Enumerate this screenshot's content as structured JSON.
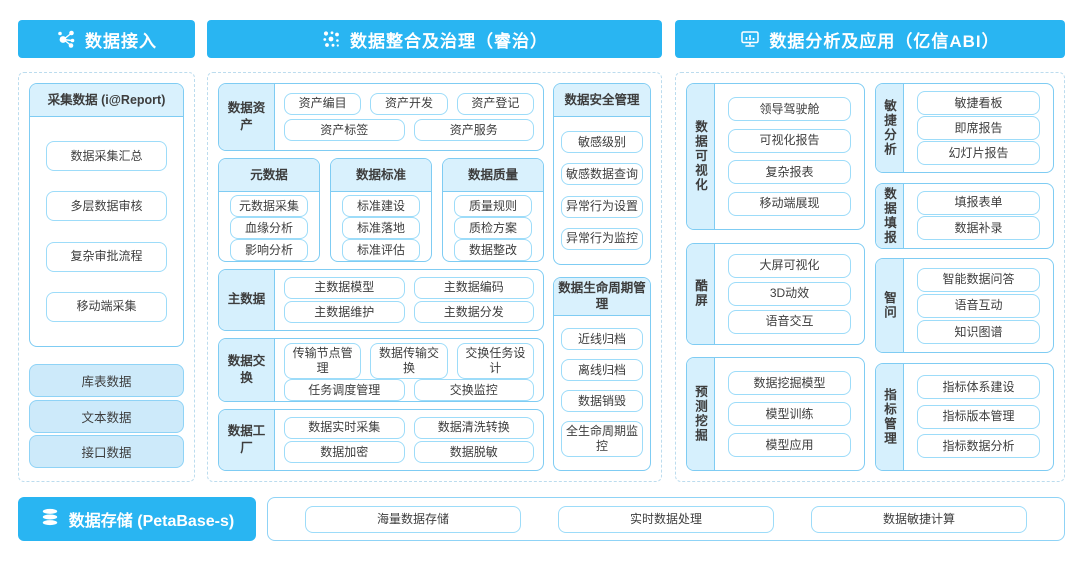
{
  "colors": {
    "header_blue": "#29b5f2",
    "light_fill": "#d6f0fd",
    "box_border": "#7fccf3",
    "item_border": "#9ddcf9",
    "text": "#3d3d3d"
  },
  "col1": {
    "title": "数据接入",
    "icon": "network-nodes-icon",
    "report_box_title": "采集数据 (i@Report)",
    "report_items": [
      "数据采集汇总",
      "多层数据审核",
      "复杂审批流程",
      "移动端采集"
    ],
    "filled_items": [
      "库表数据",
      "文本数据",
      "接口数据"
    ]
  },
  "col2": {
    "title": "数据整合及治理（睿治）",
    "icon": "dots-cluster-icon",
    "asset": {
      "label": "数据资产",
      "row1": [
        "资产编目",
        "资产开发",
        "资产登记"
      ],
      "row2": [
        "资产标签",
        "资产服务"
      ]
    },
    "meta": {
      "title": "元数据",
      "items": [
        "元数据采集",
        "血缘分析",
        "影响分析"
      ]
    },
    "standard": {
      "title": "数据标准",
      "items": [
        "标准建设",
        "标准落地",
        "标准评估"
      ]
    },
    "quality": {
      "title": "数据质量",
      "items": [
        "质量规则",
        "质检方案",
        "数据整改"
      ]
    },
    "master": {
      "label": "主数据",
      "row1": [
        "主数据模型",
        "主数据编码"
      ],
      "row2": [
        "主数据维护",
        "主数据分发"
      ]
    },
    "exchange": {
      "label": "数据交换",
      "row1": [
        "传输节点管理",
        "数据传输交换",
        "交换任务设计"
      ],
      "row2": [
        "任务调度管理",
        "交换监控"
      ]
    },
    "factory": {
      "label": "数据工厂",
      "row1": [
        "数据实时采集",
        "数据清洗转换"
      ],
      "row2": [
        "数据加密",
        "数据脱敏"
      ]
    },
    "security": {
      "title": "数据安全管理",
      "items": [
        "敏感级别",
        "敏感数据查询",
        "异常行为设置",
        "异常行为监控"
      ]
    },
    "lifecycle": {
      "title": "数据生命周期管理",
      "items": [
        "近线归档",
        "离线归档",
        "数据销毁",
        "全生命周期监控"
      ]
    }
  },
  "col3": {
    "title": "数据分析及应用（亿信ABI）",
    "icon": "monitor-chart-icon",
    "groups_left": [
      {
        "label": "数据可视化",
        "items": [
          "领导驾驶舱",
          "可视化报告",
          "复杂报表",
          "移动端展现"
        ]
      },
      {
        "label": "酷屏",
        "items": [
          "大屏可视化",
          "3D动效",
          "语音交互"
        ]
      },
      {
        "label": "预测挖掘",
        "items": [
          "数据挖掘模型",
          "模型训练",
          "模型应用"
        ]
      }
    ],
    "groups_right": [
      {
        "label": "敏捷分析",
        "items": [
          "敏捷看板",
          "即席报告",
          "幻灯片报告"
        ]
      },
      {
        "label": "数据填报",
        "items": [
          "填报表单",
          "数据补录"
        ]
      },
      {
        "label": "智问",
        "items": [
          "智能数据问答",
          "语音互动",
          "知识图谱"
        ]
      },
      {
        "label": "指标管理",
        "items": [
          "指标体系建设",
          "指标版本管理",
          "指标数据分析"
        ]
      }
    ]
  },
  "storage": {
    "title": "数据存储 (PetaBase-s)",
    "icon": "database-icon",
    "items": [
      "海量数据存储",
      "实时数据处理",
      "数据敏捷计算"
    ]
  }
}
